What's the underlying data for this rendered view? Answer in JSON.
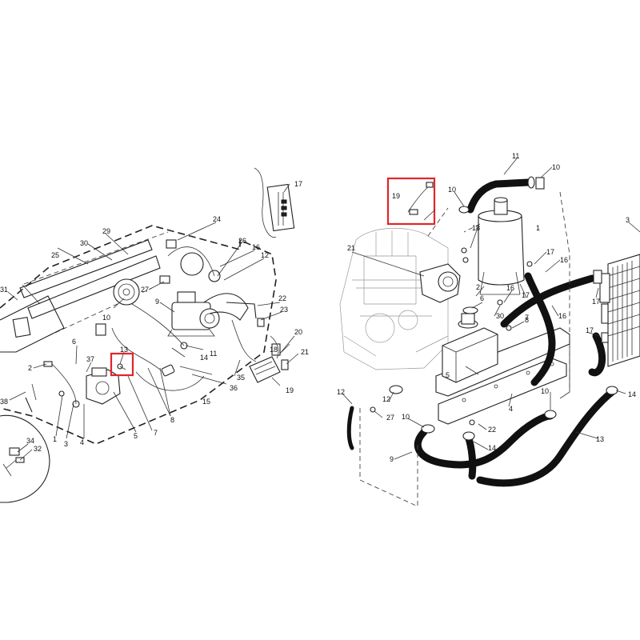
{
  "left": {
    "labels": [
      "1",
      "2",
      "3",
      "4",
      "5",
      "6",
      "7",
      "8",
      "9",
      "10",
      "11",
      "12",
      "13",
      "14",
      "15",
      "16",
      "17",
      "18",
      "19",
      "20",
      "21",
      "22",
      "23",
      "24",
      "25",
      "26",
      "27",
      "29",
      "30",
      "31",
      "32",
      "34",
      "35",
      "36",
      "37",
      "38"
    ]
  },
  "right": {
    "labels": [
      "1",
      "2",
      "3",
      "4",
      "5",
      "6",
      "7",
      "8",
      "9",
      "10",
      "10",
      "10",
      "10",
      "11",
      "12",
      "12",
      "13",
      "14",
      "14",
      "16",
      "16",
      "16",
      "17",
      "17",
      "17",
      "17",
      "18",
      "19",
      "21",
      "22",
      "27",
      "30"
    ]
  },
  "colors": {
    "highlight": "#e0262b",
    "ink": "#222222"
  }
}
